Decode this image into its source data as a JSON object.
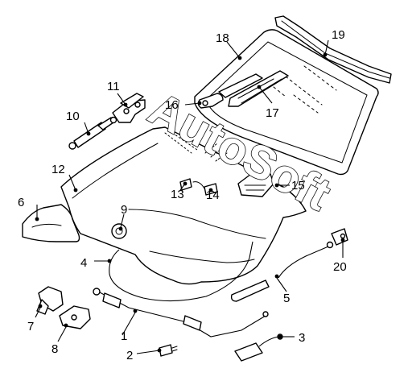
{
  "watermark": "AutoSoft",
  "callouts": [
    {
      "id": "1",
      "text": "1"
    },
    {
      "id": "2",
      "text": "2"
    },
    {
      "id": "3",
      "text": "3"
    },
    {
      "id": "4",
      "text": "4"
    },
    {
      "id": "5",
      "text": "5"
    },
    {
      "id": "6",
      "text": "6"
    },
    {
      "id": "7",
      "text": "7"
    },
    {
      "id": "8",
      "text": "8"
    },
    {
      "id": "9",
      "text": "9"
    },
    {
      "id": "10",
      "text": "10"
    },
    {
      "id": "11",
      "text": "11"
    },
    {
      "id": "12",
      "text": "12"
    },
    {
      "id": "13",
      "text": "13"
    },
    {
      "id": "14",
      "text": "14"
    },
    {
      "id": "15",
      "text": "15"
    },
    {
      "id": "16",
      "text": "16"
    },
    {
      "id": "17",
      "text": "17"
    },
    {
      "id": "18",
      "text": "18"
    },
    {
      "id": "19",
      "text": "19"
    },
    {
      "id": "20",
      "text": "20"
    }
  ]
}
